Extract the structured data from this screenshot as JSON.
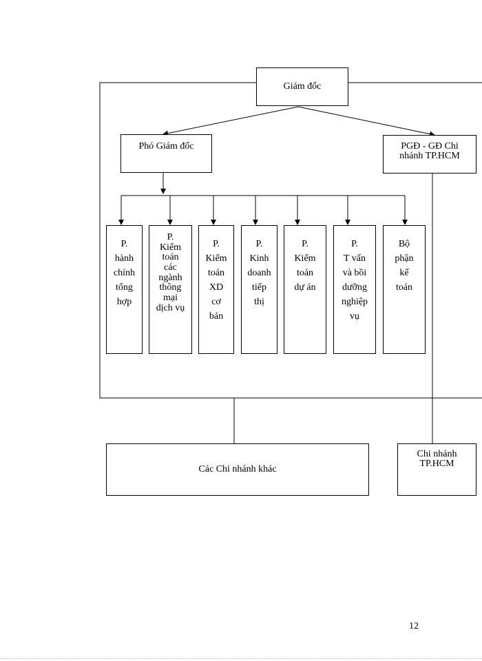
{
  "org_chart": {
    "director": "Giám đốc",
    "deputy_director": "Phó Giám đốc",
    "branch_deputy": "PGĐ - GĐ Chi\nnhánh TP.HCM",
    "departments": [
      "P.\nhành\nchính\ntổng\nhợp",
      "P.\nKiểm\ntoán\ncác\nngành\nthông\nmại\ndịch vụ",
      "P.\nKiểm\ntoán\nXD\ncơ\nbản",
      "P.\nKinh\ndoanh\ntiếp\nthị",
      "P.\nKiểm\ntoán\ndự án",
      "P.\nT   vấn\nvà bồi\ndưỡng\nnghiệp\nvụ",
      "Bộ\nphận\nkế\ntoán"
    ],
    "other_branches": "Các Chi nhánh khác",
    "hcm_branch": "Chi nhánh\nTP.HCM"
  },
  "page": {
    "number": "12"
  }
}
